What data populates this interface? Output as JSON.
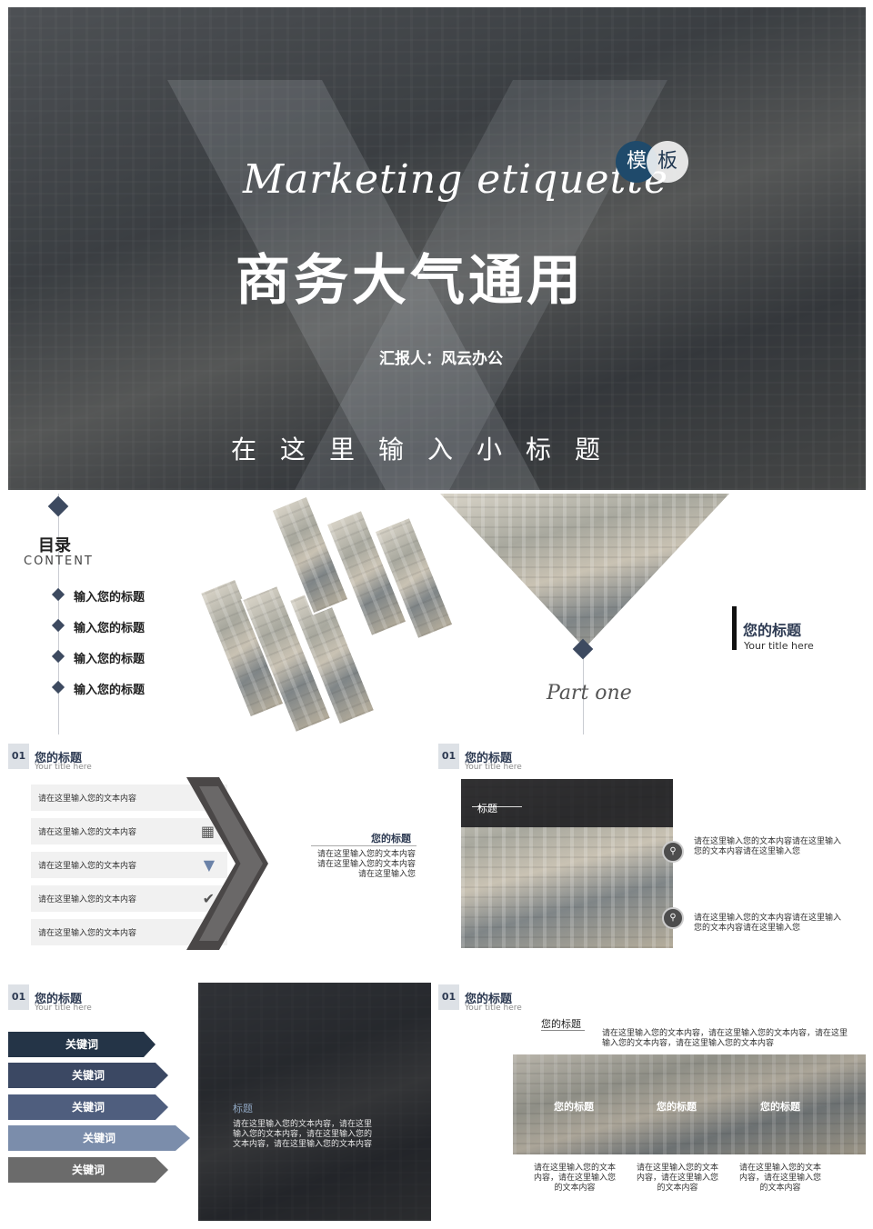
{
  "slide1": {
    "script_title": "Marketing etiquette",
    "badge": [
      "模",
      "板"
    ],
    "main_title": "商务大气通用",
    "reporter": "汇报人：风云办公",
    "subtitle": "在这里输入小标题"
  },
  "slide2": {
    "toc_title": "目录",
    "toc_sub": "CONTENT",
    "items": [
      "输入您的标题",
      "输入您的标题",
      "输入您的标题",
      "输入您的标题"
    ],
    "section_title": "您的标题",
    "section_en": "Your title here",
    "part": "Part one"
  },
  "slide3": {
    "num": "01",
    "title": "您的标题",
    "title_en": "Your title here",
    "rows": [
      {
        "text": "请在这里输入您的文本内容",
        "icon": "document-icon"
      },
      {
        "text": "请在这里输入您的文本内容",
        "icon": "books-icon"
      },
      {
        "text": "请在这里输入您的文本内容",
        "icon": "tie-icon"
      },
      {
        "text": "请在这里输入您的文本内容",
        "icon": "check-icon"
      },
      {
        "text": "请在这里输入您的文本内容",
        "icon": "shoe-icon"
      }
    ],
    "right_title": "您的标题",
    "right_body": "请在这里输入您的文本内容请在这里输入您的文本内容请在这里输入您"
  },
  "slide4": {
    "num": "01",
    "title": "您的标题",
    "title_en": "Your title here",
    "label": "标题",
    "point1": "请在这里输入您的文本内容请在这里输入您的文本内容请在这里输入您",
    "point2": "请在这里输入您的文本内容请在这里输入您的文本内容请在这里输入您"
  },
  "slide5": {
    "num": "01",
    "title": "您的标题",
    "title_en": "Your title here",
    "keywords": [
      "关键词",
      "关键词",
      "关键词",
      "关键词",
      "关键词"
    ],
    "colors": [
      "#243447",
      "#3b4863",
      "#4f5e7e",
      "#7b8dab",
      "#6b6b6b"
    ],
    "panel_title": "标题",
    "panel_body": "请在这里输入您的文本内容，请在这里输入您的文本内容，请在这里输入您的文本内容，请在这里输入您的文本内容"
  },
  "slide6": {
    "num": "01",
    "title": "您的标题",
    "title_en": "Your title here",
    "head": "您的标题",
    "head_body": "请在这里输入您的文本内容，请在这里输入您的文本内容，请在这里输入您的文本内容，请在这里输入您的文本内容",
    "photo_labels": [
      "您的标题",
      "您的标题",
      "您的标题"
    ],
    "descs": [
      "请在这里输入您的文本内容，请在这里输入您的文本内容",
      "请在这里输入您的文本内容，请在这里输入您的文本内容",
      "请在这里输入您的文本内容，请在这里输入您的文本内容"
    ]
  }
}
